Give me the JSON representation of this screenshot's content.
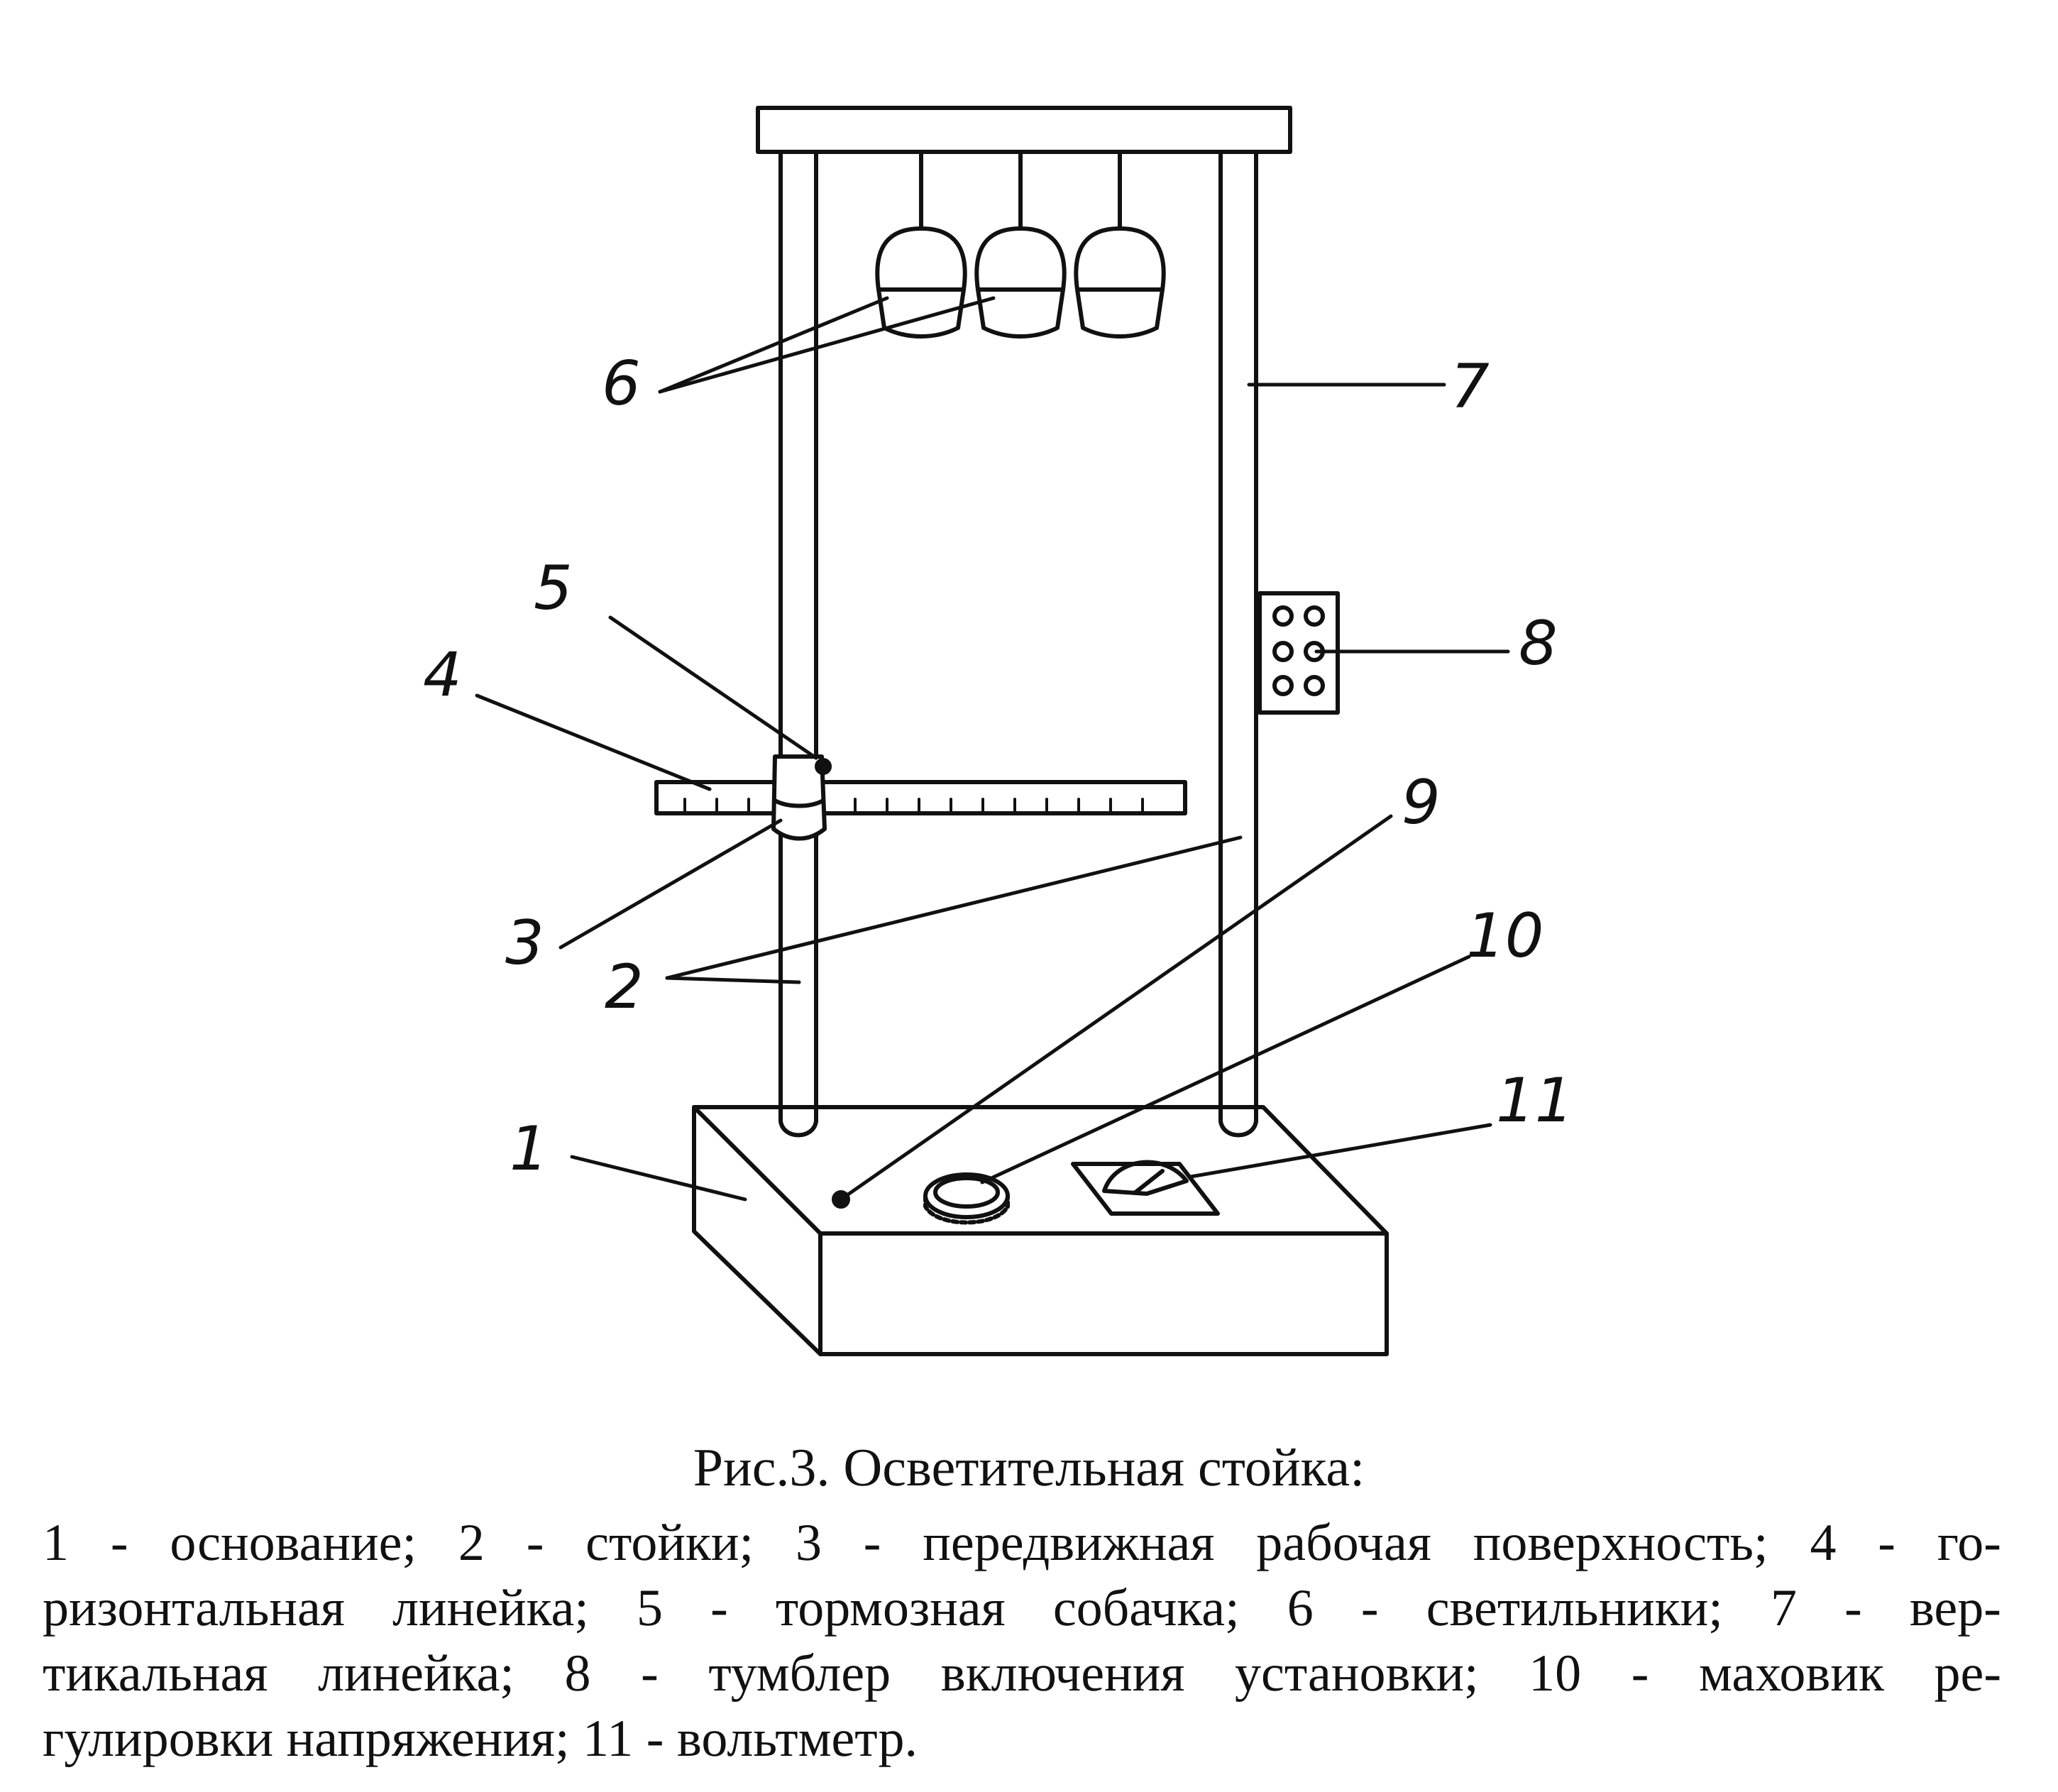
{
  "figure": {
    "labels": {
      "l1": "1",
      "l2": "2",
      "l3": "3",
      "l4": "4",
      "l5": "5",
      "l6": "6",
      "l7": "7",
      "l8": "8",
      "l9": "9",
      "l10": "10",
      "l11": "11"
    }
  },
  "caption": {
    "title": "Рис.3. Осветительная стойка:",
    "line1": [
      "1",
      "-",
      "основание;",
      "2",
      "-",
      "стойки;",
      "3",
      "-",
      "передвижная",
      "рабочая",
      "поверхность;",
      "4",
      "-",
      "го-"
    ],
    "line2": [
      "ризонтальная",
      "линейка;",
      "5",
      "-",
      "тормозная",
      "собачка;",
      "6",
      "-",
      "светильники;",
      "7",
      "-",
      "вер-"
    ],
    "line3": [
      "тикальная",
      "линейка;",
      "8",
      "-",
      "тумблер",
      "включения",
      "установки;",
      "10",
      "-",
      "маховик",
      "ре-"
    ],
    "line4": "гулировки напряжения; 11 - вольтметр."
  }
}
